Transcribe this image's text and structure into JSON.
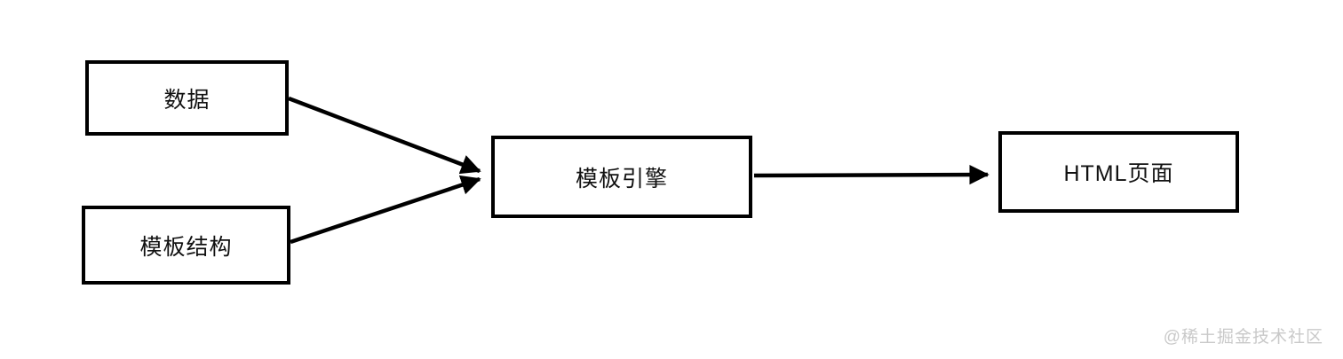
{
  "diagram": {
    "type": "flowchart",
    "nodes": [
      {
        "id": "data",
        "label": "数据"
      },
      {
        "id": "template-structure",
        "label": "模板结构"
      },
      {
        "id": "template-engine",
        "label": "模板引擎"
      },
      {
        "id": "html-page",
        "label": "HTML页面"
      }
    ],
    "edges": [
      {
        "from": "data",
        "to": "template-engine"
      },
      {
        "from": "template-structure",
        "to": "template-engine"
      },
      {
        "from": "template-engine",
        "to": "html-page"
      }
    ],
    "colors": {
      "background": "#ffffff",
      "box_border": "#000000",
      "box_fill": "#ffffff",
      "arrow": "#000000",
      "text": "#111111",
      "watermark": "#c9c9c9"
    }
  },
  "watermark": {
    "text": "@稀土掘金技术社区"
  }
}
